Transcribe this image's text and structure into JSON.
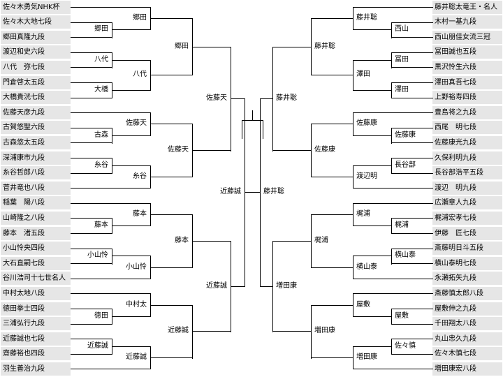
{
  "players": {
    "left": [
      "佐々木勇気NHK杯",
      "佐々木大地七段",
      "郷田真隆九段",
      "渡辺和史六段",
      "八代　弥七段",
      "門倉啓太五段",
      "大橋貴洸七段",
      "佐藤天彦九段",
      "古賀悠聖六段",
      "古森悠太五段",
      "深浦康市九段",
      "糸谷哲郎八段",
      "菅井竜也八段",
      "稲葉　陽八段",
      "山崎隆之八段",
      "藤本　渚五段",
      "小山怜央四段",
      "大石直嗣七段",
      "谷川浩司十七世名人",
      "中村太地八段",
      "徳田拳士四段",
      "三浦弘行九段",
      "近藤誠也七段",
      "齋藤裕也四段",
      "羽生善治九段"
    ],
    "right": [
      "藤井聡太竜王・名人",
      "木村一基九段",
      "西山朋佳女流三冠",
      "冨田誠也五段",
      "黒沢怜生六段",
      "澤田真吾七段",
      "上野裕寿四段",
      "豊島将之九段",
      "西尾　明七段",
      "佐藤康光九段",
      "久保利明九段",
      "長谷部浩平五段",
      "渡辺　明九段",
      "広瀬章人九段",
      "梶浦宏孝七段",
      "伊藤　匠七段",
      "斎藤明日斗五段",
      "横山泰明七段",
      "永瀬拓矢九段",
      "斎藤慎太郎八段",
      "屋敷伸之九段",
      "千田翔太八段",
      "丸山忠久九段",
      "佐々木慎七段",
      "増田康宏八段"
    ]
  },
  "winners": {
    "left": {
      "r1": [
        "郷田",
        "八代",
        "大橋",
        "古森",
        "糸谷",
        "藤本",
        "小山怜",
        "徳田",
        "近藤誠"
      ],
      "r2": [
        "郷田",
        "八代",
        "佐藤天",
        "糸谷",
        "藤本",
        "小山怜",
        "中村太",
        "近藤誠"
      ],
      "r3": [
        "郷田",
        "佐藤天",
        "藤本",
        "近藤誠"
      ],
      "r4": [
        "佐藤天",
        "近藤誠"
      ],
      "r5": [
        "近藤誠"
      ]
    },
    "right": {
      "r1": [
        "西山",
        "冨田",
        "澤田",
        "佐藤康",
        "長谷部",
        "梶浦",
        "横山泰",
        "屋敷",
        "佐々慎"
      ],
      "r2": [
        "藤井聡",
        "澤田",
        "佐藤康",
        "渡辺明",
        "梶浦",
        "横山泰",
        "屋敷",
        "増田康"
      ],
      "r3": [
        "藤井聡",
        "佐藤康",
        "梶浦",
        "増田康"
      ],
      "r4": [
        "藤井聡",
        "増田康"
      ],
      "r5": [
        "藤井聡",
        "増田康"
      ]
    }
  }
}
